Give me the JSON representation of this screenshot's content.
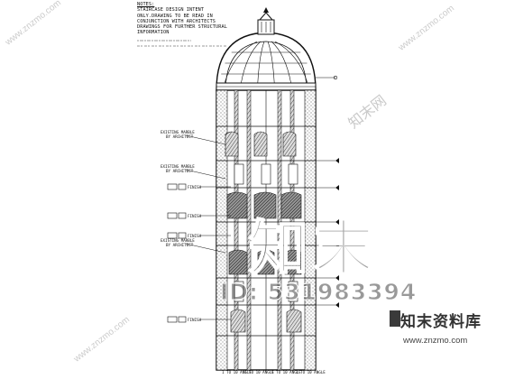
{
  "notes": {
    "heading": "NOTES:",
    "lines": [
      "STAIRCASE DESIGN INTENT",
      "ONLY.DRAWING TO BE READ IN",
      "CONJUNCTION WITH ARCHITECTS",
      "DRAWINGS FOR FURTHER STRUCTURAL",
      "INFORMATION"
    ]
  },
  "left_callouts": [
    {
      "text": "EXISTING MARBLE",
      "sub": "BY ARCHITECT"
    },
    {
      "text": "EXISTING MARBLE",
      "sub": "BY ARCHITECT"
    },
    {
      "text": "FINISH"
    },
    {
      "text": "FINISH"
    },
    {
      "text": "FINISH"
    },
    {
      "text": "EXISTING MARBLE",
      "sub": "BY ARCHITECT"
    },
    {
      "text": "FINISH"
    }
  ],
  "bottom_labels": [
    "1 TO 10 ANGLE",
    "1 TO 10 ANGLE",
    "1 TO 10 ANGLE",
    "1 TO 10 ANGLE"
  ],
  "watermarks": {
    "center_logo": "知末",
    "id_text": "ID: 531983394",
    "brand_name": "知末资料库",
    "brand_url": "www.znzmo.com",
    "side_url": "www.znzmo.com",
    "corner_logo": "知末网"
  }
}
